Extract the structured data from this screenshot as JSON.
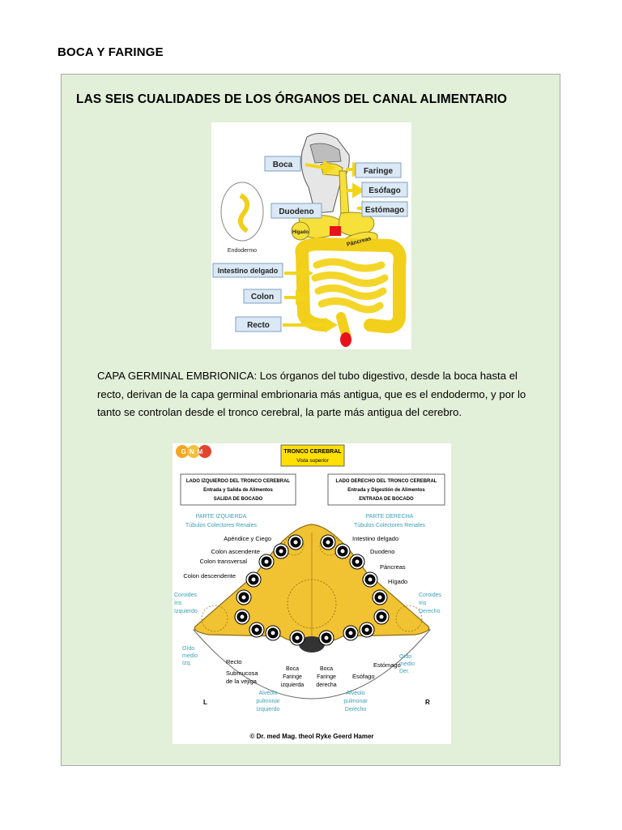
{
  "header": {
    "title": "BOCA Y FARINGE"
  },
  "section": {
    "title": "LAS SEIS CUALIDADES DE LOS ÓRGANOS DEL CANAL ALIMENTARIO",
    "paragraph": "CAPA GERMINAL EMBRIONICA: Los órganos del tubo digestivo, desde la boca hasta el recto, derivan de la capa germinal embrionaria más antigua, que es el endodermo, y por lo tanto se controlan desde el tronco cerebral, la parte más antigua del cerebro."
  },
  "figure1": {
    "labels": {
      "boca": "Boca",
      "faringe": "Faringe",
      "esofago": "Esófago",
      "estomago": "Estómago",
      "duodeno": "Duodeno",
      "higado": "Hígado",
      "pancreas": "Páncreas",
      "intestino": "Intestino delgado",
      "colon": "Colon",
      "recto": "Recto",
      "endodermo": "Endodermo"
    },
    "colors": {
      "organ": "#f7e03a",
      "organ_stroke": "#9a8a20",
      "label_bg": "#dbe8f5",
      "arrow": "#f2d51b",
      "red": "#e8121a"
    }
  },
  "figure2": {
    "logo": "GNM",
    "title_line1": "TRONCO CEREBRAL",
    "title_line2": "Vista superior",
    "left_box": [
      "LADO IZQUIERDO DEL TRONCO CEREBRAL",
      "Entrada y Salida de Alimentos",
      "SALIDA DE BOCADO"
    ],
    "right_box": [
      "LADO DERECHO DEL TRONCO CEREBRAL",
      "Entrada y Digestión de Alimentos",
      "ENTRADA DE BOCADO"
    ],
    "parte_izquierda": [
      "PARTE IZQUIERDA",
      "Túbulos Colectores Renales"
    ],
    "parte_derecha": [
      "PARTE DERECHA",
      "Túbulos Colectores Renales"
    ],
    "left_labels": [
      "Apéndice y Ciego",
      "Colon ascendente",
      "Colon transversal",
      "Colon descendente"
    ],
    "right_labels": [
      "Intestino delgado",
      "Duodeno",
      "Páncreas",
      "Hígado"
    ],
    "coroides_izq": [
      "Coroides",
      "Iris",
      "Izquierdo"
    ],
    "coroides_der": [
      "Coroides",
      "Iris",
      "Derecho"
    ],
    "oido_izq": [
      "Oído",
      "medio",
      "Izq."
    ],
    "oido_der": [
      "Oído",
      "medio",
      "Der."
    ],
    "recto": "Recto",
    "submucosa": [
      "Submucosa",
      "de la vejiga"
    ],
    "boca_izq": [
      "Boca",
      "Faringe",
      "izquierda"
    ],
    "boca_der": [
      "Boca",
      "Faringe",
      "derecha"
    ],
    "alveolo_izq": [
      "Alvéolo",
      "pulmonar",
      "Izquierdo"
    ],
    "alveolo_der": [
      "Alvéolo",
      "pulmonar",
      "Derecho"
    ],
    "estomago": "Estómago",
    "esofago": "Esófago",
    "L": "L",
    "R": "R",
    "credit": "© Dr. med Mag. theol Ryke Geerd Hamer",
    "colors": {
      "brain": "#f1c232",
      "brain_stroke": "#8a6d12",
      "teal": "#3a9fb5",
      "box": "#ffe000",
      "logo_circle": "#f5a623"
    }
  }
}
